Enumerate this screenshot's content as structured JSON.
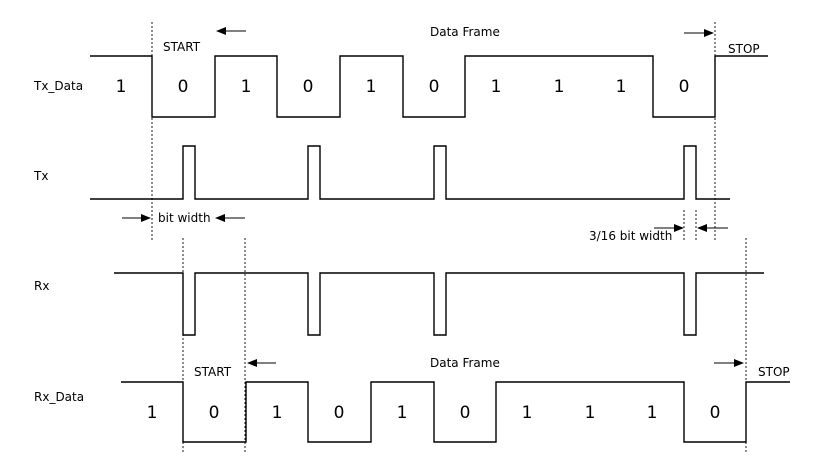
{
  "signals": {
    "tx_data": "Tx_Data",
    "tx": "Tx",
    "rx": "Rx",
    "rx_data": "Rx_Data"
  },
  "tx_frame": {
    "start": "START",
    "data_frame": "Data Frame",
    "stop": "STOP",
    "bits": [
      "1",
      "0",
      "1",
      "0",
      "1",
      "0",
      "1",
      "1",
      "1",
      "0"
    ]
  },
  "rx_frame": {
    "start": "START",
    "data_frame": "Data Frame",
    "stop": "STOP",
    "bits": [
      "1",
      "0",
      "1",
      "0",
      "1",
      "0",
      "1",
      "1",
      "1",
      "0"
    ]
  },
  "annotations": {
    "bit_width": "bit width",
    "pulse_width": "3/16 bit width"
  }
}
